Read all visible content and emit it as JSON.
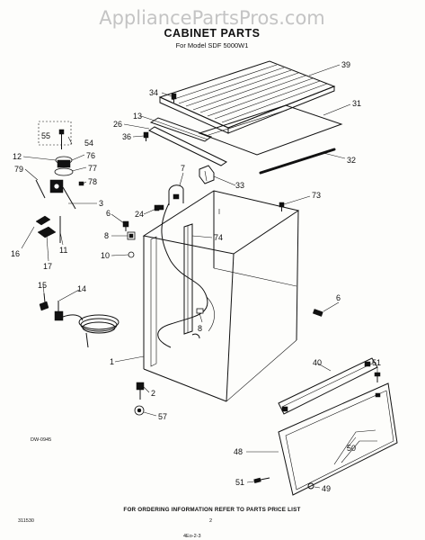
{
  "watermark": "AppliancePartsPros.com",
  "title": "CABINET PARTS",
  "subtitle": "For Model SDF 5000W1",
  "diagram_code": "DW-0945",
  "footer_note": "FOR ORDERING INFORMATION REFER TO PARTS PRICE LIST",
  "page_number": "2",
  "doc_number": "311530",
  "corner_mark": "4Eo-2-3",
  "callouts": {
    "c39": "39",
    "c34": "34",
    "c31": "31",
    "c13": "13",
    "c26": "26",
    "c36": "36",
    "c32": "32",
    "c55": "55",
    "c54": "54",
    "c12": "12",
    "c76": "76",
    "c79": "79",
    "c77": "77",
    "c78": "78",
    "c7": "7",
    "c33": "33",
    "c73": "73",
    "c3": "3",
    "c6a": "6",
    "c24": "24",
    "c16": "16",
    "c17": "17",
    "c11": "11",
    "c8a": "8",
    "c74": "74",
    "c10": "10",
    "c15": "15",
    "c14": "14",
    "c8b": "8",
    "c6b": "6",
    "c1": "1",
    "c40": "40",
    "c51a": "51",
    "c2": "2",
    "c57": "57",
    "c48": "48",
    "c50": "50",
    "c51b": "51",
    "c49": "49"
  }
}
